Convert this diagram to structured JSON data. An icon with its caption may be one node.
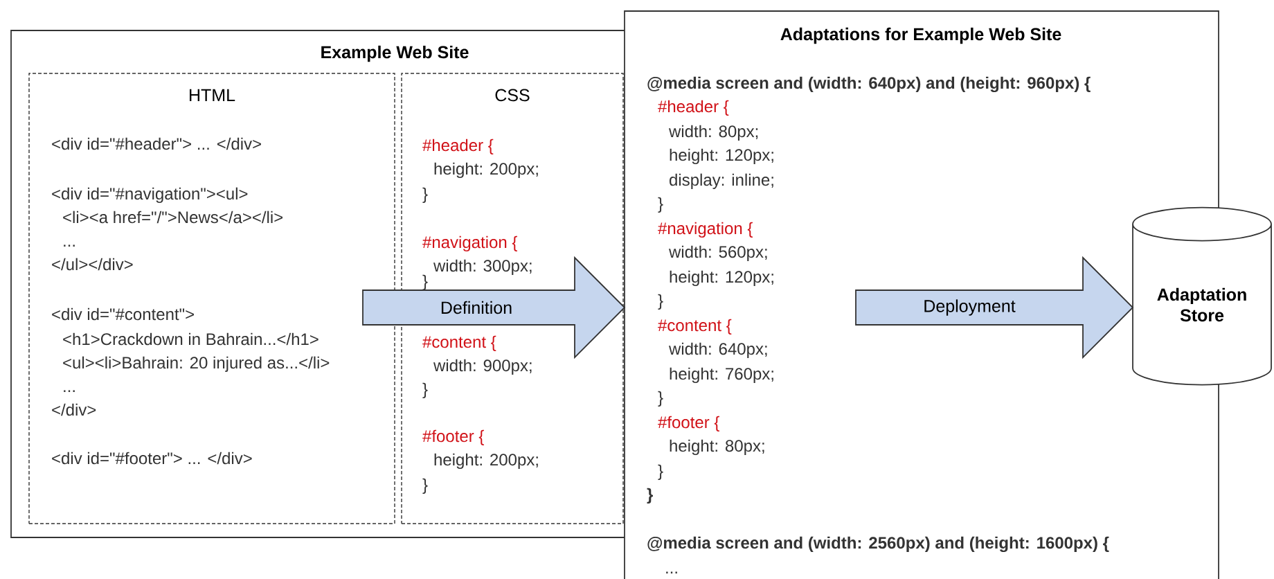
{
  "diagram": {
    "nodes": [
      {
        "text": [
          "Example Web Site"
        ]
      },
      {
        "text": [
          "HTML",
          "<div id=\"#header\"> ... </div>",
          "<div id=\"#navigation\"><ul>",
          "<li><a href=\"/\">News</a></li>",
          "...",
          "</ul></div>",
          "<div id=\"#content\">",
          "<h1>Crackdown in Bahrain...</h1>",
          "<ul><li>Bahrain: 20 injured as...</li>",
          "...",
          "</div>",
          "<div id=\"#footer\"> ... </div>"
        ],
        "in": 0
      },
      {
        "text": [
          "CSS",
          "#header {",
          "height: 200px;",
          "}",
          "#navigation {",
          "width: 300px;",
          "}",
          "#content {",
          "width: 900px;",
          "}",
          "#footer {",
          "height: 200px;",
          "}"
        ],
        "in": 0
      },
      {
        "text": [
          "Adaptations for Example Web Site",
          "@media screen and (width: 640px) and (height: 960px) {",
          "#header {",
          "width: 80px;",
          "height: 120px;",
          "display: inline;",
          "}",
          "#navigation {",
          "width: 560px;",
          "height: 120px;",
          "}",
          "#content {",
          "width: 640px;",
          "height: 760px;",
          "}",
          "#footer {",
          "height: 80px;",
          "}",
          "}",
          "@media screen and (width: 2560px) and (height: 1600px) {",
          "..."
        ]
      },
      {
        "text": [
          "Adaptation Store"
        ]
      }
    ],
    "edges": [
      {
        "from": 0,
        "to": 3,
        "arrow": "to",
        "label": "Definition"
      },
      {
        "from": 3,
        "to": 4,
        "arrow": "to",
        "label": "Deployment"
      }
    ]
  }
}
